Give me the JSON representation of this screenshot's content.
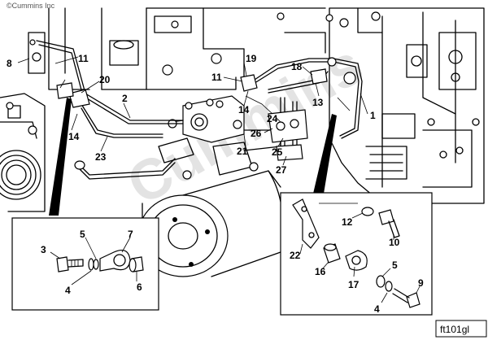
{
  "copyright": "©Cummins Inc",
  "watermark": "Cummins",
  "figure_code": "ft101gl",
  "callouts": {
    "c1": "1",
    "c2": "2",
    "c3": "3",
    "c4a": "4",
    "c4b": "4",
    "c5a": "5",
    "c5b": "5",
    "c6": "6",
    "c7": "7",
    "c8": "8",
    "c9": "9",
    "c10": "10",
    "c11a": "11",
    "c11b": "11",
    "c12": "12",
    "c13": "13",
    "c14a": "14",
    "c14b": "14",
    "c16": "16",
    "c17": "17",
    "c18": "18",
    "c19": "19",
    "c20": "20",
    "c21": "21",
    "c22": "22",
    "c23": "23",
    "c24": "24",
    "c25": "25",
    "c26": "26",
    "c27": "27"
  }
}
